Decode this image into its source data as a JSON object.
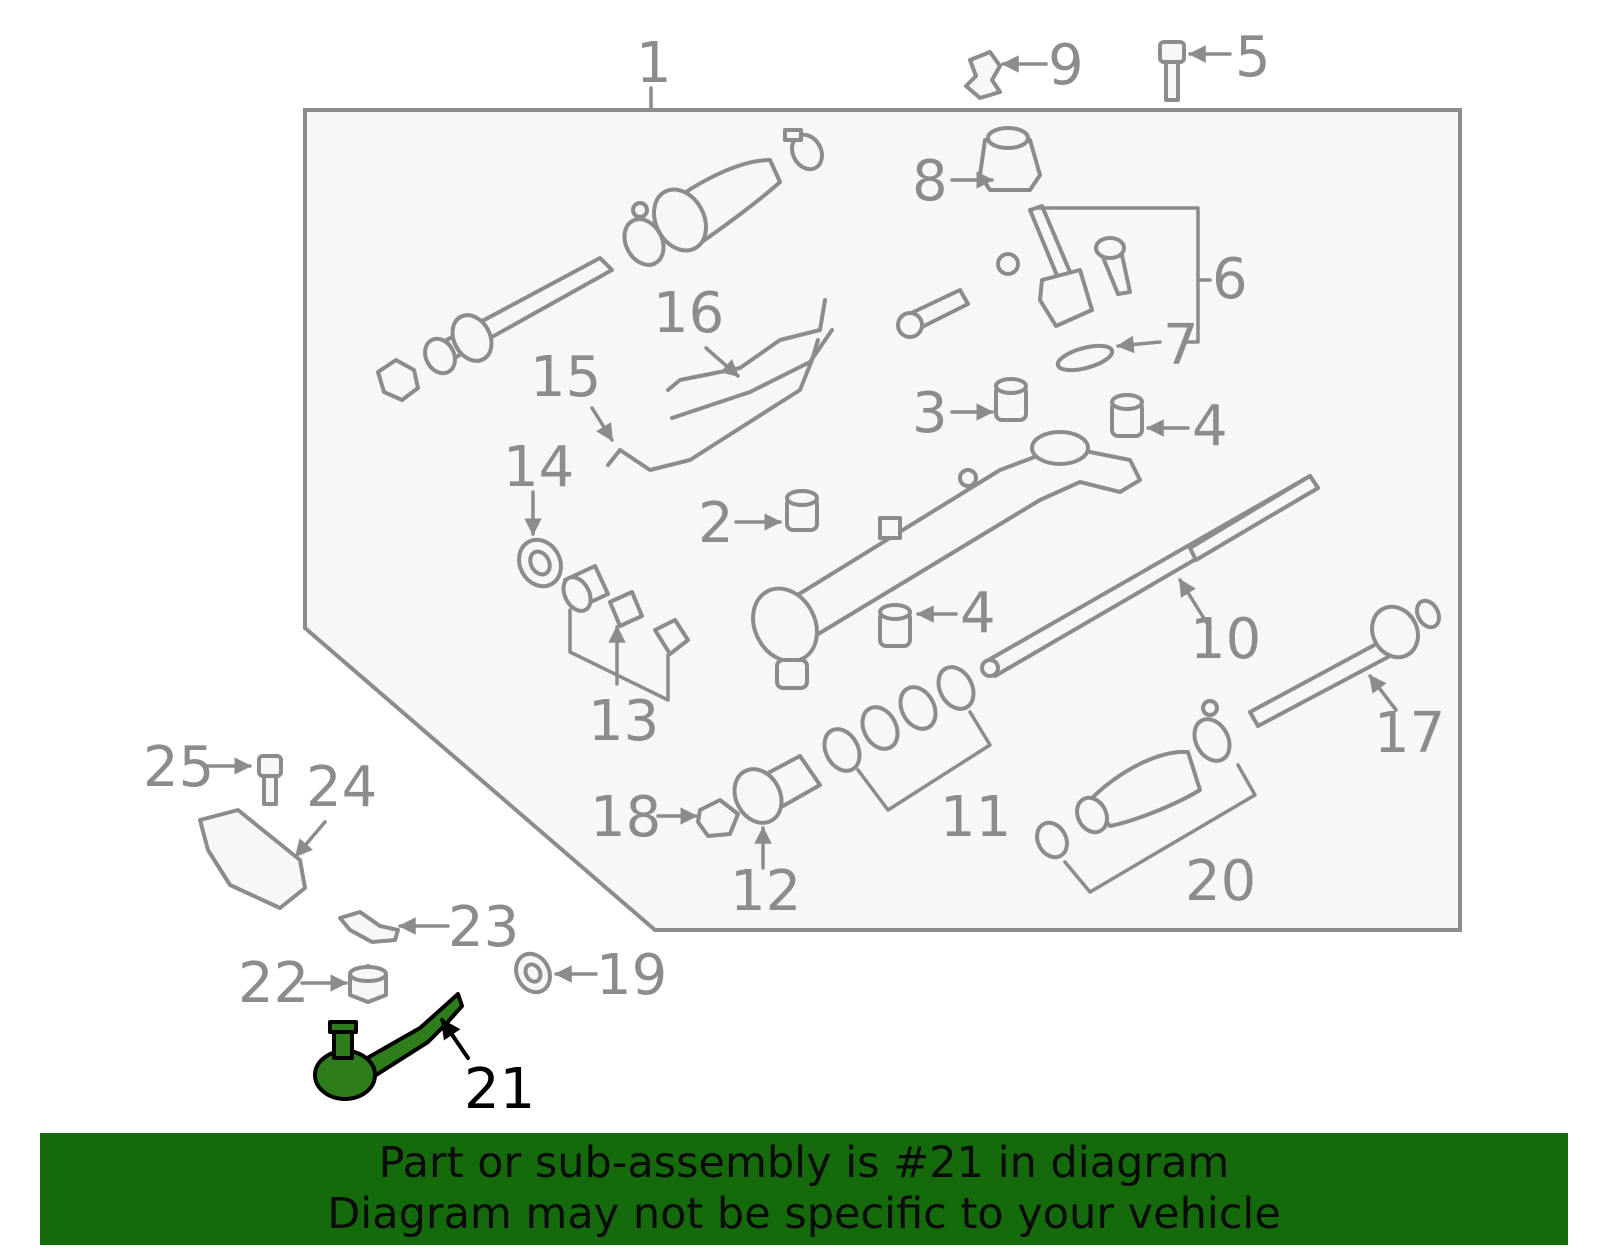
{
  "callouts": {
    "c1": "1",
    "c2": "2",
    "c3": "3",
    "c4a": "4",
    "c4b": "4",
    "c5": "5",
    "c6": "6",
    "c7": "7",
    "c8": "8",
    "c9": "9",
    "c10": "10",
    "c11": "11",
    "c12": "12",
    "c13": "13",
    "c14": "14",
    "c15": "15",
    "c16": "16",
    "c17": "17",
    "c18": "18",
    "c19": "19",
    "c20": "20",
    "c21": "21",
    "c22": "22",
    "c23": "23",
    "c24": "24",
    "c25": "25"
  },
  "highlighted_part": "21",
  "banner": {
    "line1": "Part or sub-assembly is #21 in diagram",
    "line2": "Diagram may not be specific to your vehicle",
    "bg_color": "#156a0b"
  },
  "colors": {
    "line_gray": "#8c8c8c",
    "panel_fill": "#f7f7f7",
    "highlight_green": "#2e7d1a"
  }
}
